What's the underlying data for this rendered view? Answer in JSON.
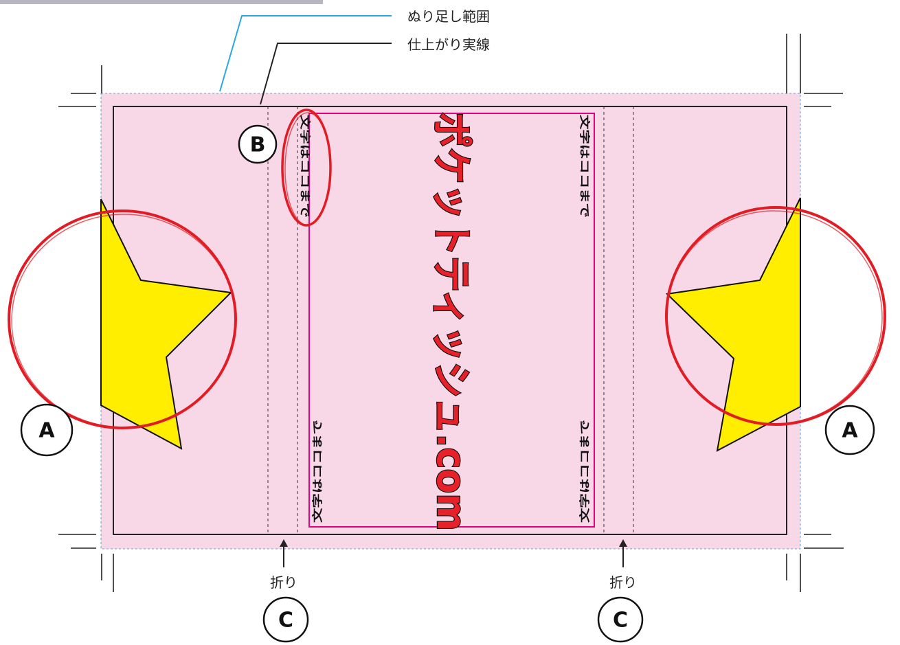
{
  "callouts": {
    "bleed_label": "ぬり足し範囲",
    "trim_label": "仕上がり実線"
  },
  "main_title": "ポケットティッシュ.com",
  "safe_area_label": "文字はココまで",
  "markers": {
    "left": "A",
    "right": "A",
    "top": "B",
    "fold_left": "C",
    "fold_right": "C"
  },
  "fold_label": "折り",
  "colors": {
    "bleed_fill": "#f8d7e7",
    "bleed_border": "#4aa8e0",
    "trim_line": "#222222",
    "safe_area_border": "#e6007e",
    "title_fill": "#e8202a",
    "star_fill": "#ffee00",
    "highlight_circle": "#e21c24",
    "callout_bleed_line": "#2aa6e0"
  }
}
